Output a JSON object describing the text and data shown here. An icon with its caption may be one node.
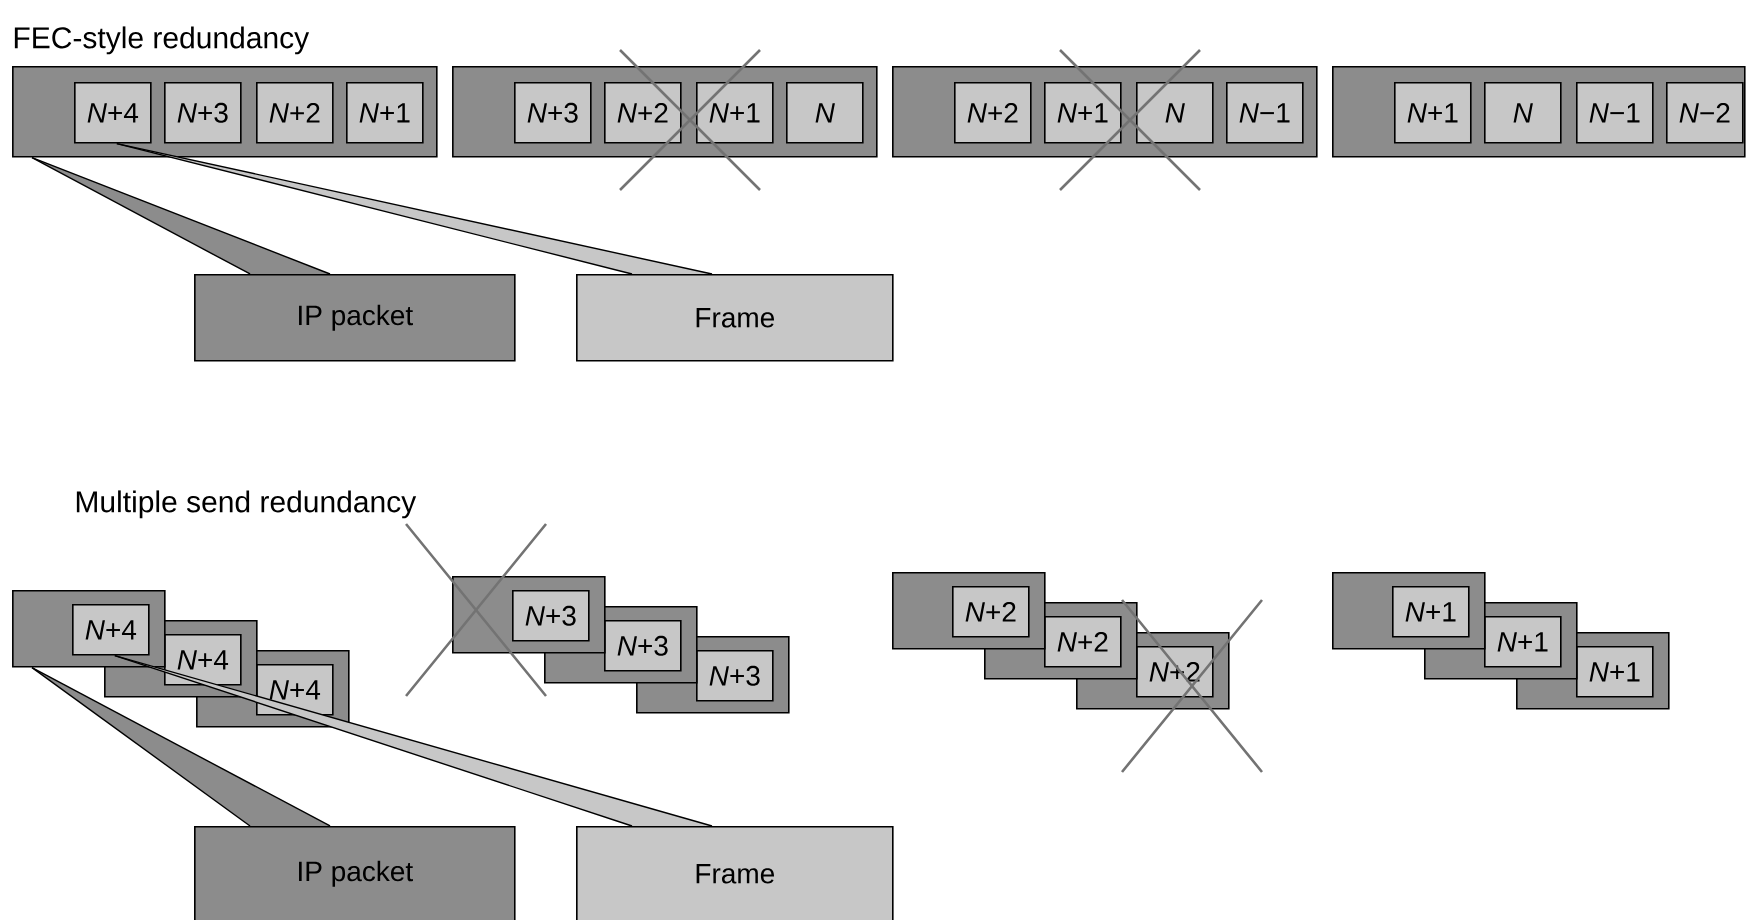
{
  "diagram": {
    "nodes": [
      {
        "text": [],
        "shape": "box"
      },
      {
        "text": [
          "*N*+4"
        ],
        "in": 0
      },
      {
        "text": [
          "*N*+3"
        ],
        "in": 0
      },
      {
        "text": [
          "*N*+2"
        ],
        "in": 0
      },
      {
        "text": [
          "*N*+1"
        ],
        "in": 0
      },
      {
        "text": [],
        "shape": "box"
      },
      {
        "text": [
          "*N*+3"
        ],
        "in": 5
      },
      {
        "text": [
          "*N*+2"
        ],
        "in": 5
      },
      {
        "text": [
          "*N*+1"
        ],
        "in": 5
      },
      {
        "text": [
          "*N*"
        ],
        "in": 5
      },
      {
        "text": [],
        "shape": "box"
      },
      {
        "text": [
          "*N*+2"
        ],
        "in": 10
      },
      {
        "text": [
          "*N*+1"
        ],
        "in": 10
      },
      {
        "text": [
          "*N*"
        ],
        "in": 10
      },
      {
        "text": [
          "*N*−1"
        ],
        "in": 10
      },
      {
        "text": [],
        "shape": "box"
      },
      {
        "text": [
          "*N*+1"
        ],
        "in": 15
      },
      {
        "text": [
          "*N*"
        ],
        "in": 15
      },
      {
        "text": [
          "*N*−1"
        ],
        "in": 15
      },
      {
        "text": [
          "*N*−2"
        ],
        "in": 15
      },
      {
        "text": [
          "IP packet"
        ]
      },
      {
        "text": [
          "Frame"
        ]
      },
      {
        "text": [],
        "shape": "box"
      },
      {
        "text": [
          "*N*+4"
        ],
        "in": 22
      },
      {
        "text": [],
        "shape": "box"
      },
      {
        "text": [
          "*N*+4"
        ],
        "in": 24
      },
      {
        "text": [],
        "shape": "box"
      },
      {
        "text": [
          "*N*+4"
        ],
        "in": 26
      },
      {
        "text": [],
        "shape": "box"
      },
      {
        "text": [
          "*N*+3"
        ],
        "in": 28
      },
      {
        "text": [],
        "shape": "box"
      },
      {
        "text": [
          "*N*+3"
        ],
        "in": 30
      },
      {
        "text": [],
        "shape": "box"
      },
      {
        "text": [
          "*N*+3"
        ],
        "in": 32
      },
      {
        "text": [],
        "shape": "box"
      },
      {
        "text": [
          "*N*+2"
        ],
        "in": 34
      },
      {
        "text": [],
        "shape": "box"
      },
      {
        "text": [
          "*N*+2"
        ],
        "in": 36
      },
      {
        "text": [],
        "shape": "box"
      },
      {
        "text": [
          "*N*+2"
        ],
        "in": 38
      },
      {
        "text": [],
        "shape": "box"
      },
      {
        "text": [
          "*N*+1"
        ],
        "in": 40
      },
      {
        "text": [],
        "shape": "box"
      },
      {
        "text": [
          "*N*+1"
        ],
        "in": 42
      },
      {
        "text": [],
        "shape": "box"
      },
      {
        "text": [
          "*N*+1"
        ],
        "in": 44
      },
      {
        "text": [
          "IP packet"
        ]
      },
      {
        "text": [
          "Frame"
        ]
      }
    ],
    "edges": [
      {
        "from": 20,
        "to": 0,
        "arrow": "none"
      },
      {
        "from": 21,
        "to": 1,
        "arrow": "none"
      },
      {
        "from": 46,
        "to": 22,
        "arrow": "none"
      },
      {
        "from": 47,
        "to": 23,
        "arrow": "none"
      }
    ],
    "labels": [
      "FEC-style redundancy",
      "Multiple send redundancy"
    ]
  }
}
